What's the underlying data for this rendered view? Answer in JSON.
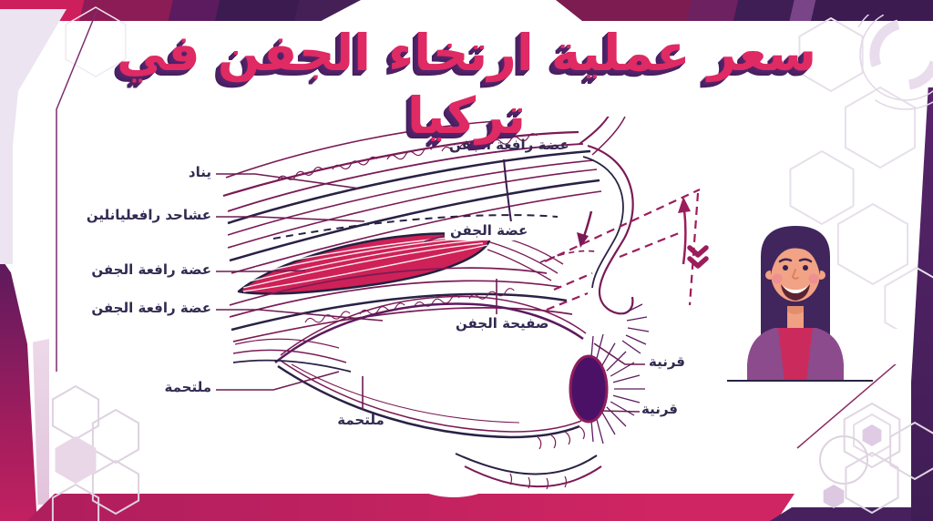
{
  "title": {
    "text": "سعر عملية ارتخاء الجفن في تركيا"
  },
  "diagram": {
    "labels": [
      {
        "id": "levator-top",
        "text": "عضة رافعة الجفن"
      },
      {
        "id": "tendon-left",
        "text": "يناد"
      },
      {
        "id": "aponeurosis-left",
        "text": "عشاحد رافعليانلين"
      },
      {
        "id": "levator-left-1",
        "text": "عضة رافعة الجفن"
      },
      {
        "id": "levator-left-2",
        "text": "عضة رافعة الجفن"
      },
      {
        "id": "conjunctiva-left",
        "text": "ملتحمة"
      },
      {
        "id": "conjunctiva-bottom",
        "text": "ملتحمة"
      },
      {
        "id": "lid-muscle",
        "text": "عضة الجفن"
      },
      {
        "id": "tarsal-plate",
        "text": "صفيحة الجفن"
      },
      {
        "id": "cornea-top",
        "text": "قرنية"
      },
      {
        "id": "cornea-bottom",
        "text": "قرنية"
      }
    ],
    "icons": [
      "up-arrow-icon",
      "down-arrow-icon",
      "double-chevron-down-icon"
    ]
  },
  "illustration": {
    "name": "smiling-woman-avatar"
  },
  "colors": {
    "title_fill": "#df2a63",
    "title_shadow": "#4e2166",
    "accent_crimson": "#c22160",
    "accent_dark_purple": "#46215e",
    "line_magenta": "#7a1b55",
    "line_navy": "#2a2145",
    "muscle_red": "#ce2157",
    "iris_purple": "#4a1167",
    "label_text": "#332a52",
    "panel_lavender": "#ece4f0"
  }
}
